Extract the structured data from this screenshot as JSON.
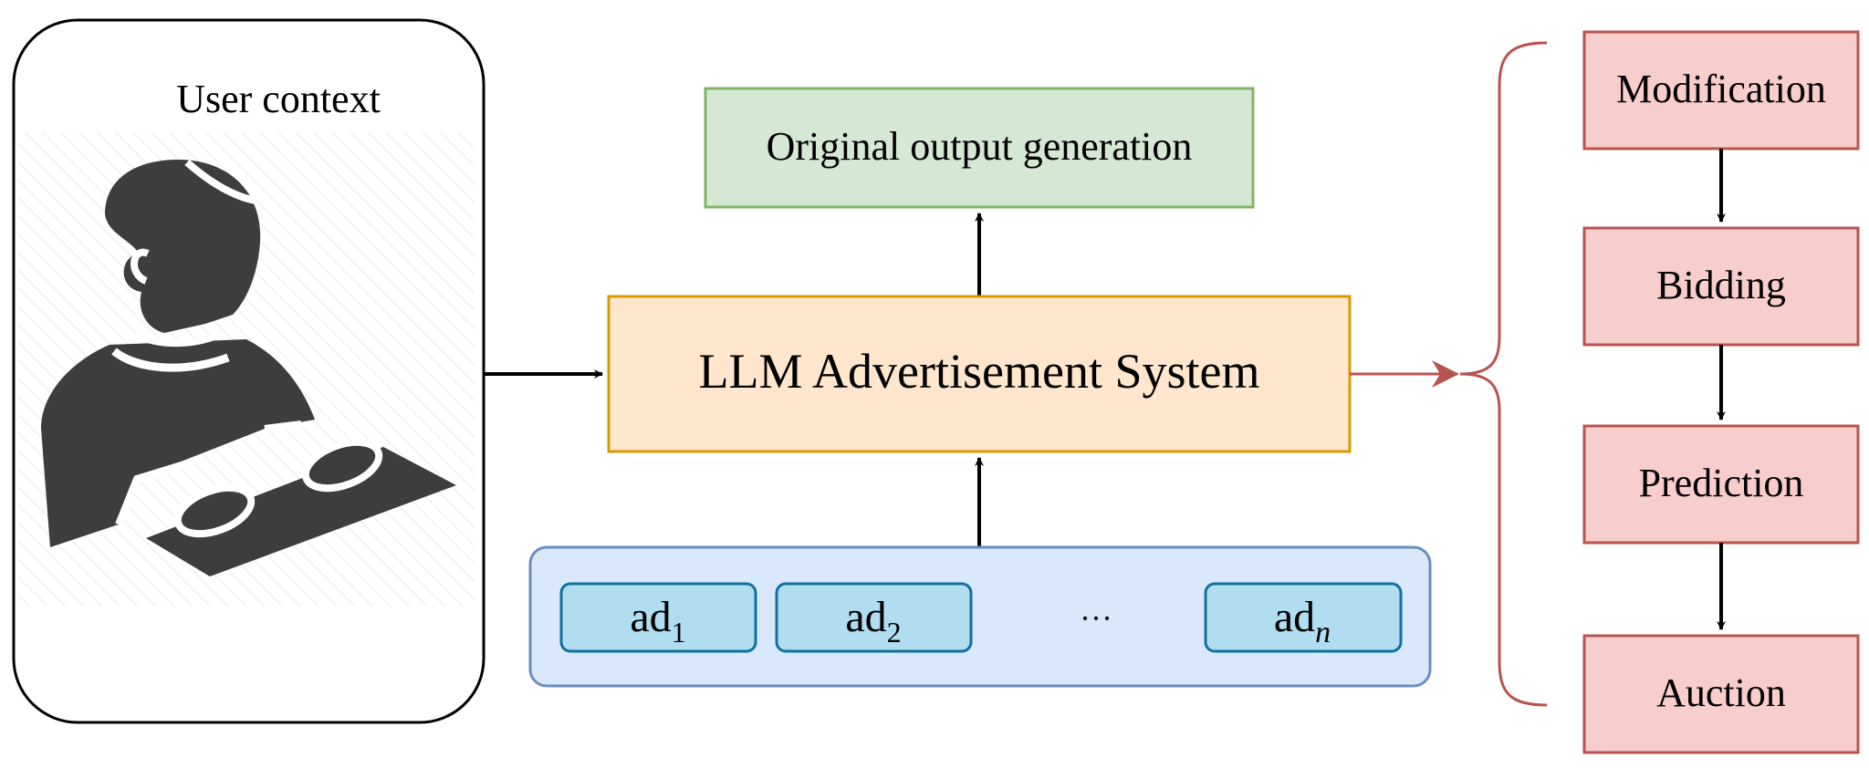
{
  "user_panel": {
    "title": "User context"
  },
  "original_output": {
    "label": "Original output generation"
  },
  "system": {
    "label": "LLM Advertisement System"
  },
  "ads": {
    "items": [
      {
        "base": "ad",
        "sub": "1"
      },
      {
        "base": "ad",
        "sub": "2"
      },
      {
        "base": "ad",
        "sub": "n"
      }
    ],
    "ellipsis": "···"
  },
  "pipeline": {
    "steps": [
      "Modification",
      "Bidding",
      "Prediction",
      "Auction"
    ]
  },
  "colors": {
    "output_fill": "#d5e8d4",
    "output_stroke": "#82b366",
    "system_fill": "#ffe6cc",
    "system_stroke": "#d79b00",
    "ads_fill": "#dae8fc",
    "ads_stroke": "#6c8ebf",
    "ad_fill": "#b1ddf0",
    "ad_stroke": "#10739e",
    "step_fill": "#f8cecc",
    "step_stroke": "#b85450",
    "brace": "#b85450",
    "arrow": "#000000",
    "person": "#3f3c3c"
  }
}
